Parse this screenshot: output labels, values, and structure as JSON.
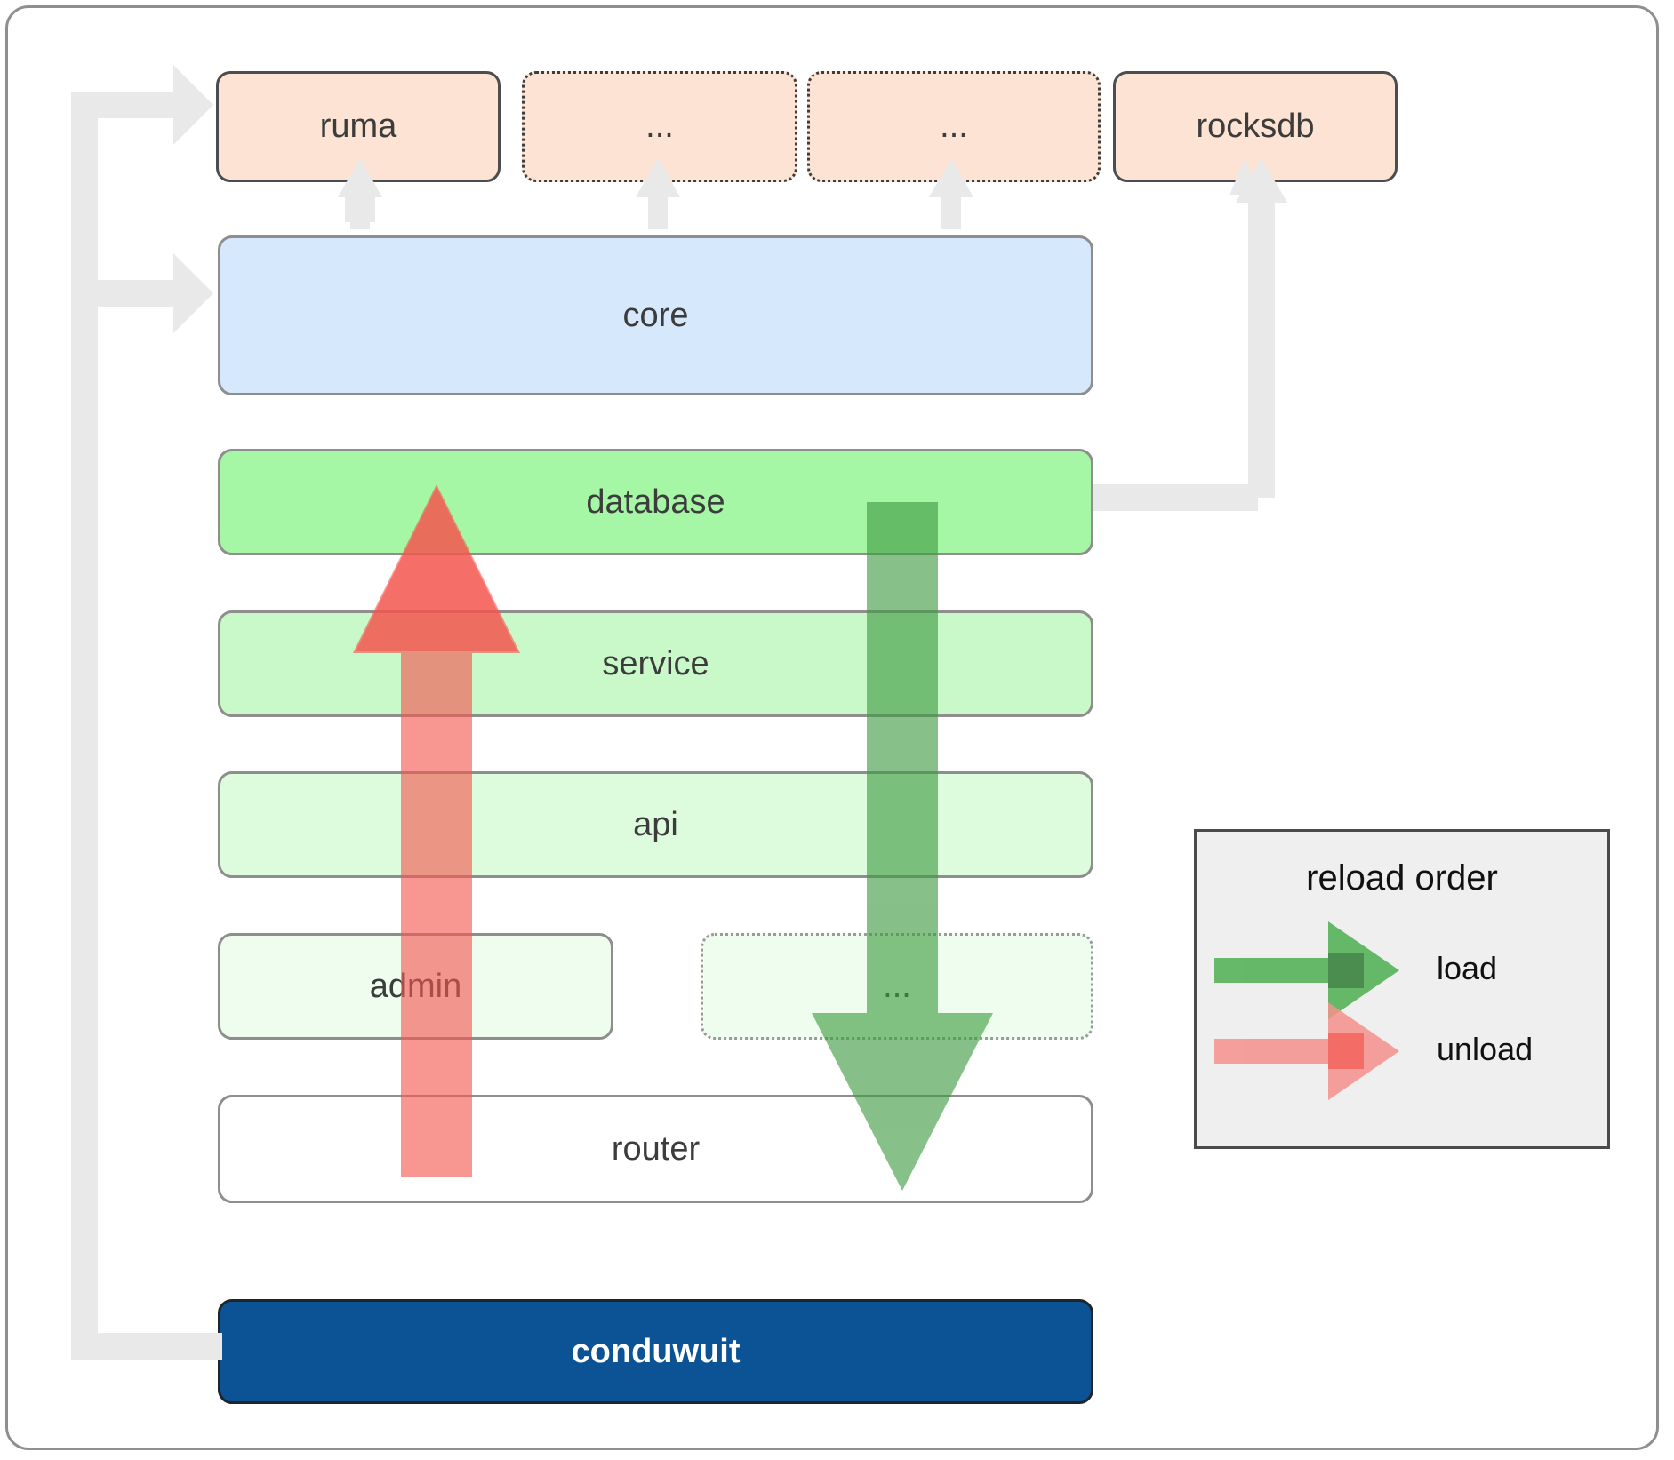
{
  "diagram": {
    "title": "conduwuit crate / reload order architecture",
    "colors": {
      "top_box_fill": "#fce3d3",
      "core_fill": "#d6e8fb",
      "database_fill": "#a5f7a5",
      "service_fill": "#c9f8c9",
      "api_fill": "#ddfbdd",
      "admin_fill": "#eefdee",
      "router_fill": "#ffffff",
      "conduwuit_fill": "#0b5394",
      "legend_fill": "#efefef",
      "load_arrow": "#4caf50",
      "unload_arrow": "#f4736f",
      "connector": "#e8e8e8",
      "border_gray": "#8e8e8e",
      "border_dark": "#4d4d4d"
    },
    "top_row": [
      {
        "label": "ruma",
        "style": "solid"
      },
      {
        "label": "...",
        "style": "dotted"
      },
      {
        "label": "...",
        "style": "dotted"
      },
      {
        "label": "rocksdb",
        "style": "solid"
      }
    ],
    "core": {
      "label": "core"
    },
    "layers": [
      {
        "label": "database",
        "style": "solid"
      },
      {
        "label": "service",
        "style": "solid"
      },
      {
        "label": "api",
        "style": "solid"
      },
      {
        "label": "admin",
        "style": "solid"
      },
      {
        "label": "...",
        "style": "dotted"
      },
      {
        "label": "router",
        "style": "solid"
      }
    ],
    "app": {
      "label": "conduwuit"
    },
    "legend": {
      "title": "reload order",
      "items": [
        {
          "label": "load",
          "color": "#4caf50",
          "direction": "right"
        },
        {
          "label": "unload",
          "color": "#f4736f",
          "direction": "right"
        }
      ]
    },
    "flow_arrows": [
      {
        "name": "unload",
        "color": "#f4736f",
        "direction": "up",
        "from": "router",
        "to": "database"
      },
      {
        "name": "load",
        "color": "#4caf50",
        "direction": "down",
        "from": "database",
        "to": "router"
      }
    ],
    "connectors": [
      {
        "from": "conduwuit",
        "to": "ruma"
      },
      {
        "from": "conduwuit",
        "to": "core"
      },
      {
        "from": "core",
        "to": "ruma"
      },
      {
        "from": "core",
        "to": "..."
      },
      {
        "from": "core",
        "to": "..."
      },
      {
        "from": "database",
        "to": "rocksdb"
      }
    ]
  }
}
